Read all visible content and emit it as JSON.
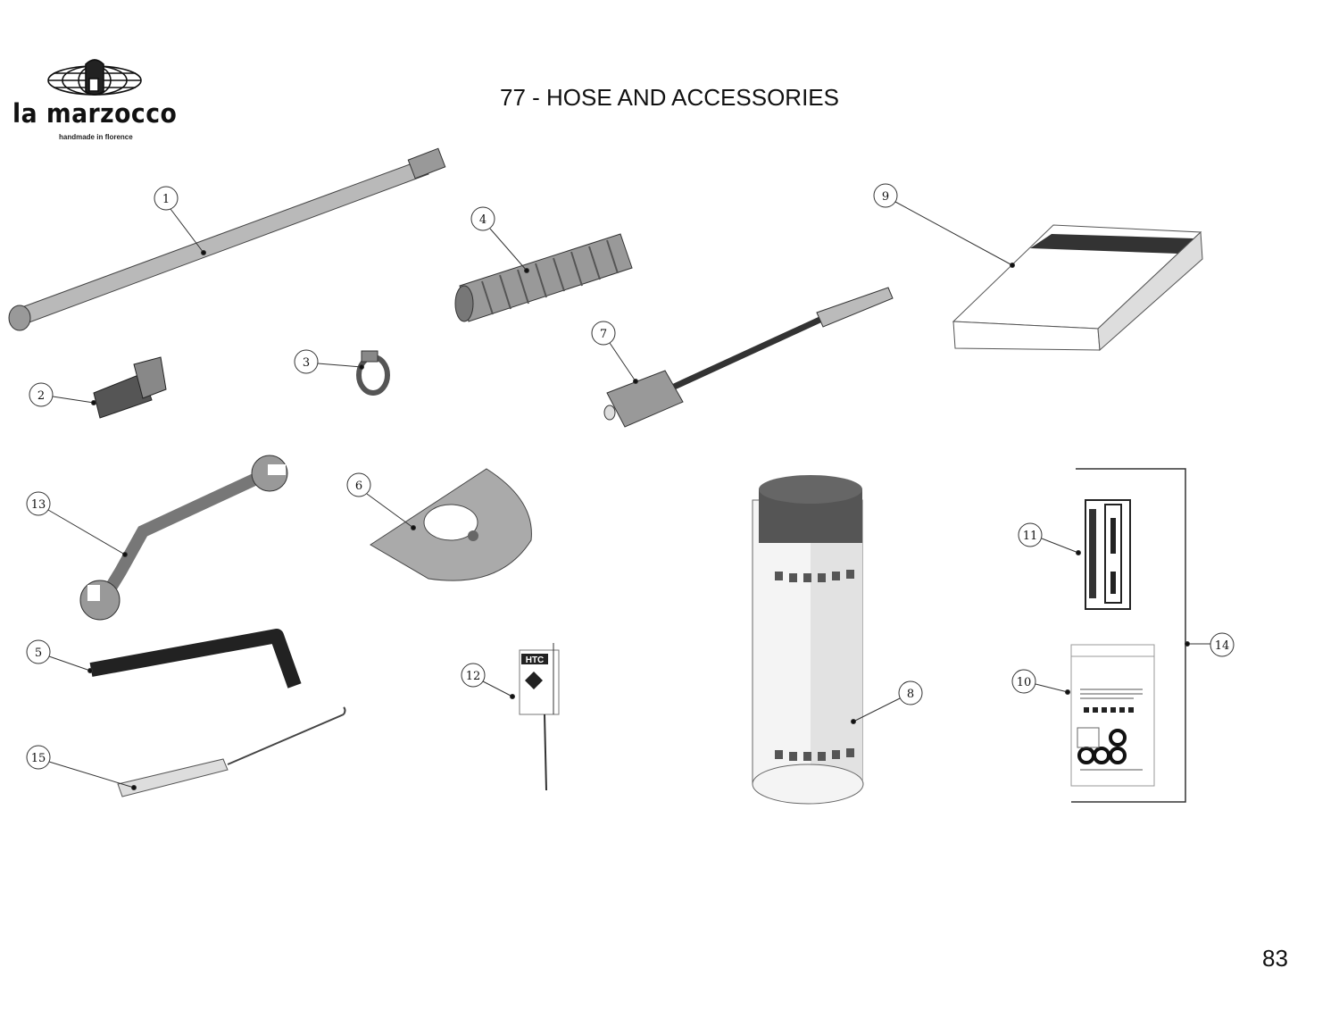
{
  "header": {
    "brand": "la marzocco",
    "tagline": "handmade in florence",
    "title": "77 - HOSE AND ACCESSORIES"
  },
  "footer": {
    "page_number": "83"
  },
  "callouts": [
    {
      "label": "1"
    },
    {
      "label": "2"
    },
    {
      "label": "3"
    },
    {
      "label": "4"
    },
    {
      "label": "5"
    },
    {
      "label": "6"
    },
    {
      "label": "7"
    },
    {
      "label": "8"
    },
    {
      "label": "9"
    },
    {
      "label": "10"
    },
    {
      "label": "11"
    },
    {
      "label": "12"
    },
    {
      "label": "13"
    },
    {
      "label": "14"
    },
    {
      "label": "15"
    }
  ],
  "part_12_label": "HTC"
}
